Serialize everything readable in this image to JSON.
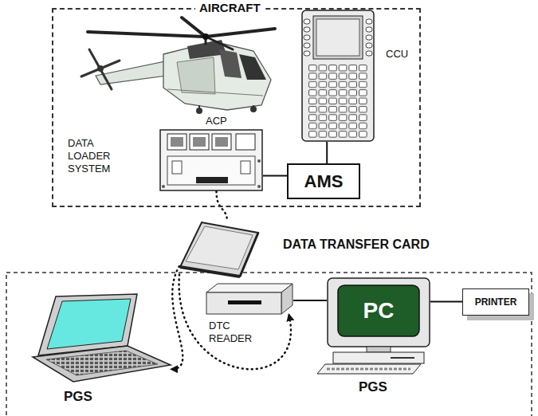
{
  "diagram": {
    "nodes": [
      {
        "text": [
          "AIRCRAFT"
        ]
      },
      {
        "text": [
          "CCU"
        ],
        "in": 0
      },
      {
        "text": [
          "ACP"
        ],
        "in": 0
      },
      {
        "text": [
          "AMS"
        ],
        "in": 0
      },
      {
        "text": [
          "DATA TRANSFER CARD"
        ]
      },
      {
        "text": [
          "DTC READER"
        ]
      },
      {
        "text": [
          "PC",
          "PGS"
        ]
      },
      {
        "text": [
          "PRINTER"
        ]
      },
      {
        "text": [
          "PGS"
        ]
      }
    ],
    "edges": [
      {
        "from": 1,
        "to": 3,
        "arrow": "none"
      },
      {
        "from": 2,
        "to": 3,
        "arrow": "none"
      },
      {
        "from": 2,
        "to": 4,
        "arrow": "none"
      },
      {
        "from": 4,
        "to": 8,
        "arrow": "to"
      },
      {
        "from": 4,
        "to": 5,
        "arrow": "to"
      },
      {
        "from": 5,
        "to": 6,
        "arrow": "none"
      },
      {
        "from": 6,
        "to": 7,
        "arrow": "none"
      }
    ],
    "labels": [
      "DATA LOADER SYSTEM"
    ]
  }
}
